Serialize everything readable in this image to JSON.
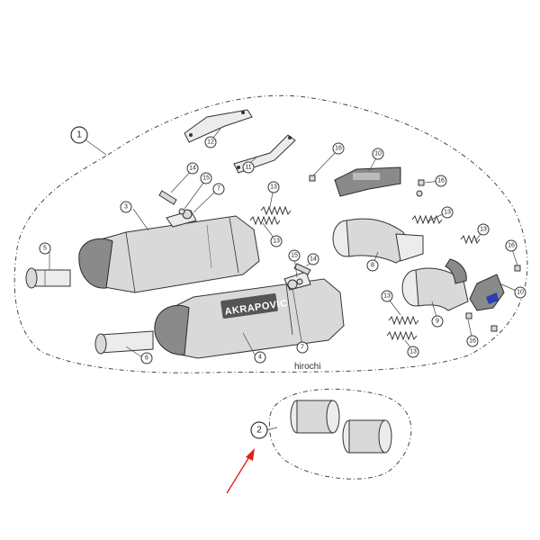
{
  "watermark": "hirochi",
  "brand_logo": "AKRAPOVIC",
  "callouts": {
    "c1": "1",
    "c2": "2",
    "c3": "3",
    "c4": "4",
    "c5": "5",
    "c6": "6",
    "c7a": "7",
    "c7b": "7",
    "c8": "8",
    "c9": "9",
    "c10a": "10",
    "c10b": "10",
    "c11": "11",
    "c12": "12",
    "c13a": "13",
    "c13b": "13",
    "c13c": "13",
    "c13d": "13",
    "c13e": "13",
    "c13f": "13",
    "c14a": "14",
    "c14b": "14",
    "c15a": "15",
    "c15b": "15",
    "c16a": "16",
    "c16b": "16",
    "c16c": "16",
    "c16d": "16"
  },
  "colors": {
    "line": "#333333",
    "arrow": "#e0201a",
    "accent_blue": "#2a3fb0"
  }
}
